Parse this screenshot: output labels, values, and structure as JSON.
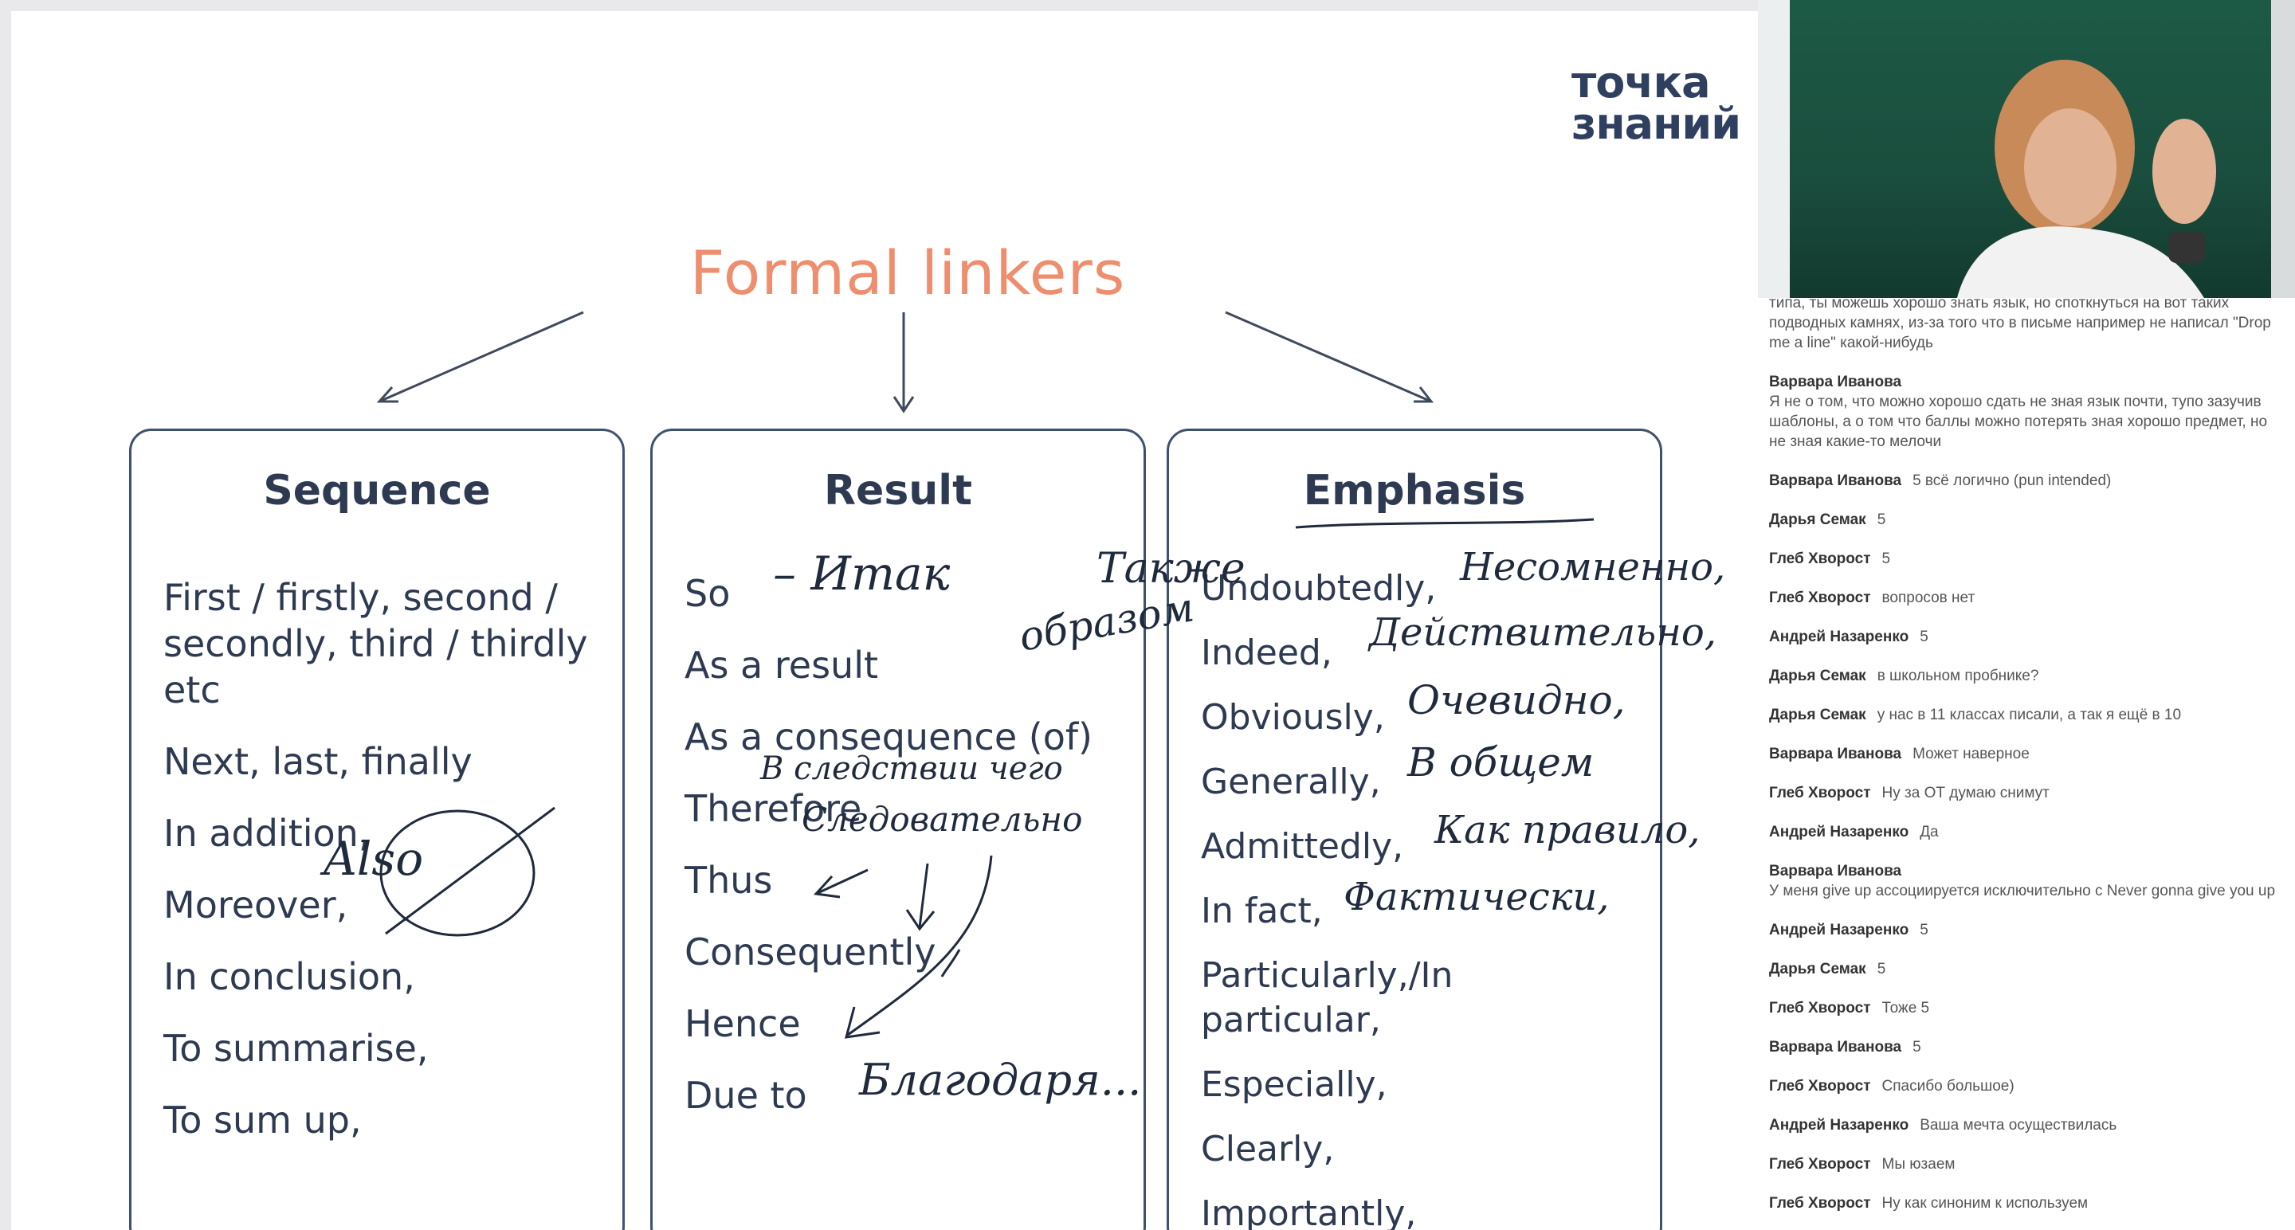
{
  "logo": {
    "line1": "точка",
    "line2": "знаний"
  },
  "title": "Formal linkers",
  "cards": [
    {
      "heading": "Sequence",
      "items": [
        "First / firstly, second / secondly, third / thirdly etc",
        "Next, last, finally",
        "In addition,",
        "Moreover,",
        "In conclusion,",
        "To summarise,",
        "To sum up,"
      ]
    },
    {
      "heading": "Result",
      "items": [
        "So",
        "As a result",
        "As a consequence (of)",
        "Therefore",
        "Thus",
        "Consequently",
        "Hence",
        "Due to"
      ]
    },
    {
      "heading": "Emphasis",
      "items": [
        "Undoubtedly,",
        "Indeed,",
        "Obviously,",
        "Generally,",
        "Admittedly,",
        "In fact,",
        "Particularly,/In particular,",
        "Especially,",
        "Clearly,",
        "Importantly,"
      ]
    }
  ],
  "handwriting": {
    "also": "Also",
    "itak": "– Итак",
    "takzhe": "Также",
    "obrazom": "образом",
    "v_sledstvii": "В следствии чего",
    "sledovatelno": "Следовательно",
    "blagodarya": "Благодаря...",
    "nesomnenno": "Несомненно,",
    "deystvitelno": "Действительно,",
    "ochevidno": "Очевидно,",
    "v_obshchem": "В общем",
    "kak_pravilo": "Как правило,",
    "fakticheski": "Фактически,"
  },
  "chat": {
    "partial_message": "типа, ты можешь хорошо знать язык, но споткнуться на вот таких подводных камнях, из-за того что в письме например не написал \"Drop me a line\" какой-нибудь",
    "messages": [
      {
        "author": "Варвара Иванова",
        "text": "Я не о том, что можно хорошо сдать не зная язык почти, тупо зазучив шаблоны, а о том что баллы можно потерять зная хорошо предмет, но не зная какие-то мелочи",
        "block": true
      },
      {
        "author": "Варвара Иванова",
        "text": "5 всё логично (pun intended)"
      },
      {
        "author": "Дарья Семак",
        "text": "5"
      },
      {
        "author": "Глеб Хворост",
        "text": "5"
      },
      {
        "author": "Глеб Хворост",
        "text": "вопросов нет"
      },
      {
        "author": "Андрей Назаренко",
        "text": "5"
      },
      {
        "author": "Дарья Семак",
        "text": "в школьном пробнике?"
      },
      {
        "author": "Дарья Семак",
        "text": "у нас в 11 классах писали, а так я ещё в 10"
      },
      {
        "author": "Варвара Иванова",
        "text": "Может наверное"
      },
      {
        "author": "Глеб Хворост",
        "text": "Ну за ОТ думаю снимут"
      },
      {
        "author": "Андрей Назаренко",
        "text": "Да"
      },
      {
        "author": "Варвара Иванова",
        "text": "У меня give up ассоциируется исключительно с Never gonna give you up",
        "block": true
      },
      {
        "author": "Андрей Назаренко",
        "text": "5"
      },
      {
        "author": "Дарья Семак",
        "text": "5"
      },
      {
        "author": "Глеб Хворост",
        "text": "Тоже 5"
      },
      {
        "author": "Варвара Иванова",
        "text": "5"
      },
      {
        "author": "Глеб Хворост",
        "text": "Спасибо большое)"
      },
      {
        "author": "Андрей Назаренко",
        "text": "Ваша мечта осуществилась"
      },
      {
        "author": "Глеб Хворост",
        "text": "Мы юзаем"
      },
      {
        "author": "Глеб Хворост",
        "text": "Ну как синоним к используем"
      }
    ]
  }
}
